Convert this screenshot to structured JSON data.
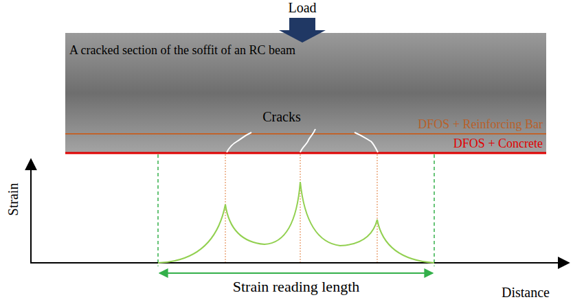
{
  "diagram": {
    "nodes": [
      {
        "text": [
          "A cracked section of the soffit of an RC beam"
        ]
      }
    ],
    "labels": [
      "Load",
      "Cracks",
      "DFOS + Reinforcing Bar",
      "DFOS + Concrete",
      "Strain",
      "Distance",
      "Strain reading length"
    ]
  }
}
